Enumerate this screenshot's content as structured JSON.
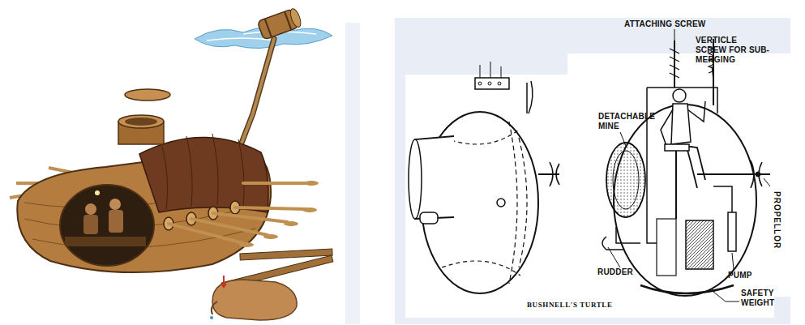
{
  "diagram": {
    "caption": "BUSHNELL'S TURTLE",
    "labels": [
      "ATTACHING SCREW",
      "VERTICLE SCREW FOR SUB- MERGING",
      "DETACHABLE MINE",
      "PROPELLOR",
      "RUDDER",
      "PUMP",
      "SAFETY WEIGHT"
    ]
  }
}
